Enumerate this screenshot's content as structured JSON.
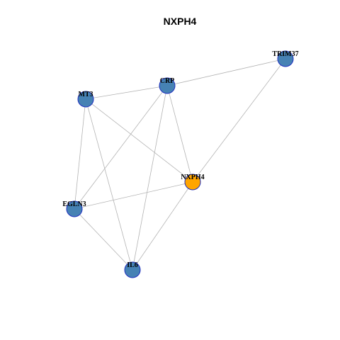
{
  "title": "NXPH4",
  "colors": {
    "default_node": "#4682b4",
    "highlight_node": "#ffa500",
    "node_border": "#1f2fbf",
    "edge": "#b3b3b3"
  },
  "nodes": [
    {
      "id": "NXPH4",
      "label": "NXPH4",
      "highlight": true
    },
    {
      "id": "TRIM37",
      "label": "TRIM37",
      "highlight": false
    },
    {
      "id": "CRP",
      "label": "CRP",
      "highlight": false
    },
    {
      "id": "MT3",
      "label": "MT3",
      "highlight": false
    },
    {
      "id": "EGLN3",
      "label": "EGLN3",
      "highlight": false
    },
    {
      "id": "IL6",
      "label": "IL6",
      "highlight": false
    }
  ],
  "edges": [
    [
      "TRIM37",
      "CRP"
    ],
    [
      "TRIM37",
      "NXPH4"
    ],
    [
      "CRP",
      "MT3"
    ],
    [
      "CRP",
      "NXPH4"
    ],
    [
      "CRP",
      "EGLN3"
    ],
    [
      "CRP",
      "IL6"
    ],
    [
      "MT3",
      "NXPH4"
    ],
    [
      "MT3",
      "EGLN3"
    ],
    [
      "MT3",
      "IL6"
    ],
    [
      "NXPH4",
      "EGLN3"
    ],
    [
      "NXPH4",
      "IL6"
    ],
    [
      "EGLN3",
      "IL6"
    ]
  ]
}
